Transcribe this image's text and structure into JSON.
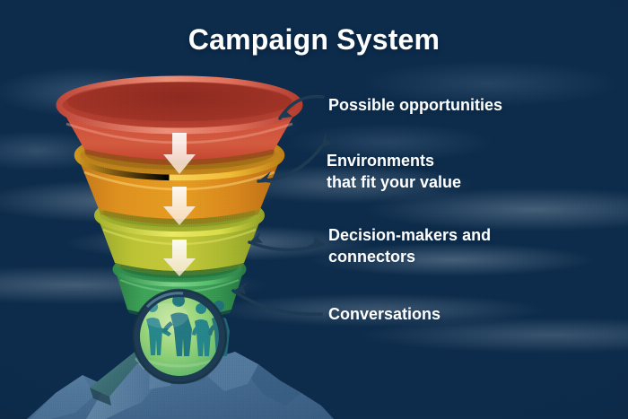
{
  "title": "Campaign System",
  "background": {
    "sky_top_color": "#1d3f68",
    "sky_bottom_color": "#c2e2d8",
    "rock_color": "#4e6f92"
  },
  "funnel": {
    "name": "four-stage-funnel",
    "stages": [
      {
        "id": "stage-1",
        "label": "Possible opportunities",
        "color": "#cf4a38",
        "rim_color": "#e2705c",
        "order": 1
      },
      {
        "id": "stage-2",
        "label": "Environments\nthat fit your value",
        "color": "#e09020",
        "rim_color": "#f6c33e",
        "order": 2
      },
      {
        "id": "stage-3",
        "label": "Decision-makers and\nconnectors",
        "color": "#b7bf2f",
        "rim_color": "#e2e24a",
        "order": 3
      },
      {
        "id": "stage-4",
        "label": "Conversations",
        "color": "#3a9b55",
        "rim_color": "#63c472",
        "order": 4
      }
    ],
    "flow_arrow_color": "#f2e8d8",
    "pointer_arrow_color": "#1e3a52"
  },
  "magnifier": {
    "name": "magnifying-glass",
    "ring_color": "#1d3b52",
    "lens_color": "#8fd07a",
    "people_color": "#1f7f8c",
    "people_count": 4
  }
}
